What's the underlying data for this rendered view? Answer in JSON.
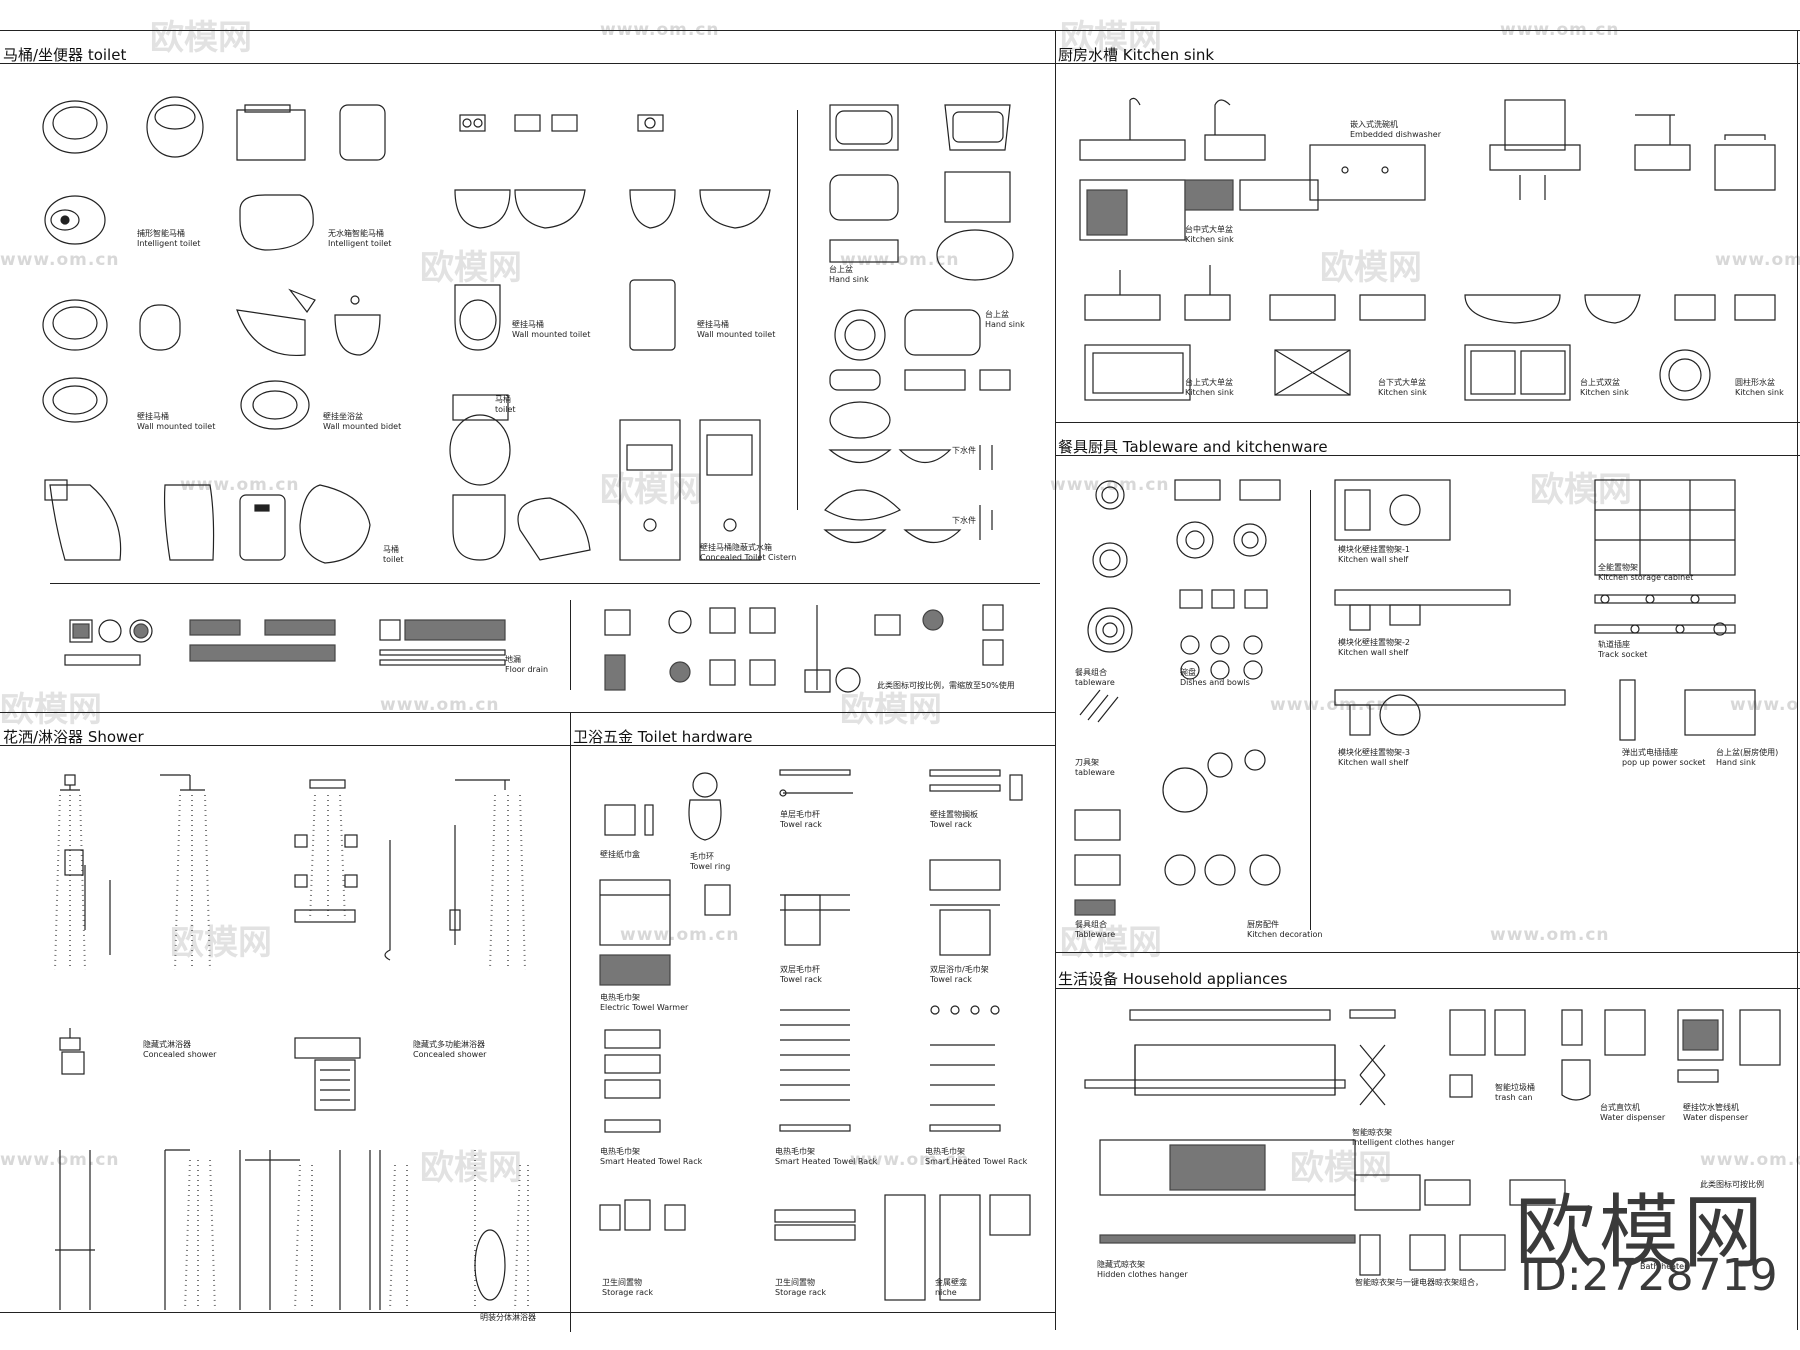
{
  "sections": {
    "toilet": {
      "title": "马桶/坐便器 toilet"
    },
    "kitchen_sink": {
      "title": "厨房水槽 Kitchen sink"
    },
    "tableware": {
      "title": "餐具厨具 Tableware and kitchenware"
    },
    "shower": {
      "title": "花洒/淋浴器 Shower"
    },
    "hardware": {
      "title": "卫浴五金 Toilet hardware"
    },
    "household": {
      "title": "生活设备 Household appliances"
    }
  },
  "labels": {
    "t1": "捕形智能马桶",
    "t1e": "Intelligent toilet",
    "t2": "无水箱智能马桶",
    "t2e": "Intelligent toilet",
    "t3": "壁挂马桶",
    "t3e": "Wall mounted toilet",
    "t4": "壁挂马桶",
    "t4e": "Wall mounted toilet",
    "t5": "壁挂马桶",
    "t5e": "Wall mounted toilet",
    "t6": "壁挂坐浴盆",
    "t6e": "Wall mounted bidet",
    "t7": "马桶",
    "t7e": "toilet",
    "t8": "马桶",
    "t8e": "toilet",
    "t9": "壁挂马桶隐蔽式水箱",
    "t9e": "Concealed Toilet Cistern",
    "t10": "台上盆",
    "t10e": "Hand sink",
    "t11": "台上盆",
    "t11e": "Hand sink",
    "t12": "下水件",
    "t13": "下水件",
    "t14": "地漏",
    "t14e": "Floor drain",
    "t15": "此类图标可按比例，需缩放至50%使用",
    "k1": "嵌入式洗碗机",
    "k1e": "Embedded dishwasher",
    "k2": "台中式大单盆",
    "k2e": "Kitchen sink",
    "k3": "台上式大单盆",
    "k3e": "Kitchen sink",
    "k4": "台下式大单盆",
    "k4e": "Kitchen sink",
    "k5": "台上式双盆",
    "k5e": "Kitchen sink",
    "k6": "圆柱形水盆",
    "k6e": "Kitchen sink",
    "w1": "模块化壁挂置物架-1",
    "w1e": "Kitchen wall shelf",
    "w2": "模块化壁挂置物架-2",
    "w2e": "Kitchen wall shelf",
    "w3": "模块化壁挂置物架-3",
    "w3e": "Kitchen wall shelf",
    "w4": "全能置物架",
    "w4e": "Kitchen storage cabinet",
    "w5": "轨道插座",
    "w5e": "Track socket",
    "w6": "餐具组合",
    "w6e": "tableware",
    "w7": "碗盘",
    "w7e": "Dishes and bowls",
    "w8": "刀具架",
    "w8e": "tableware",
    "w9": "弹出式电插插座",
    "w9e": "pop up power socket",
    "w10": "台上盆(厨房使用)",
    "w10e": "Hand sink",
    "w11": "厨房配件",
    "w11e": "Kitchen decoration",
    "w12": "餐具组合",
    "w12e": "Tableware",
    "s1": "隐藏式淋浴器",
    "s1e": "Concealed shower",
    "s2": "隐藏式多功能淋浴器",
    "s2e": "Concealed shower",
    "s3": "明装分体淋浴器",
    "h1": "壁挂纸巾盒",
    "h2": "毛巾环",
    "h2e": "Towel ring",
    "h3": "单层毛巾杆",
    "h3e": "Towel rack",
    "h4": "壁挂置物搁板",
    "h4e": "Towel rack",
    "h5": "电热毛巾架",
    "h5e": "Electric Towel Warmer",
    "h6": "双层毛巾杆",
    "h6e": "Towel rack",
    "h7": "双层浴巾/毛巾架",
    "h7e": "Towel rack",
    "h8": "电热毛巾架",
    "h8e": "Smart Heated Towel Rack",
    "h9": "电热毛巾架",
    "h9e": "Smart Heated Towel Rack",
    "h10": "电热毛巾架",
    "h10e": "Smart Heated Towel Rack",
    "h11": "卫生间置物",
    "h11e": "Storage rack",
    "h12": "卫生间置物",
    "h12e": "Storage rack",
    "h13": "金属壁龛",
    "h13e": "niche",
    "a1": "智能晾衣架",
    "a1e": "Intelligent clothes hanger",
    "a2": "智能垃圾桶",
    "a2e": "trash can",
    "a3": "台式直饮机",
    "a3e": "Water dispenser",
    "a4": "壁挂饮水管线机",
    "a4e": "Water dispenser",
    "a5": "隐藏式晾衣架",
    "a5e": "Hidden clothes hanger",
    "a6": "智能晾衣架与一键电器晾衣架组合，",
    "a7": "此类图标可按比例",
    "a8": "Bath heater"
  },
  "watermark": {
    "url": "www.om.cn",
    "brand": "欧模网",
    "corner_brand": "欧模网",
    "corner_id": "ID:2728719"
  }
}
